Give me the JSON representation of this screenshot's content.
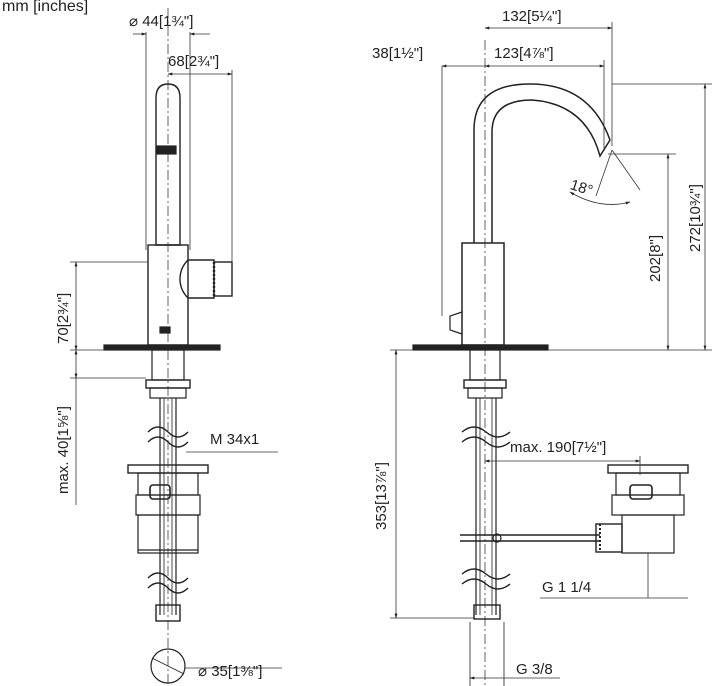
{
  "units_caption": "mm [inches]",
  "colors": {
    "line": "#222222",
    "dim": "#333333",
    "background": "#ffffff"
  },
  "side_view": {
    "dims": {
      "body_diameter": {
        "prefix": "⌀",
        "mm": "44",
        "inch": "1¾\""
      },
      "handle_reach": {
        "mm": "68",
        "inch": "2¾\""
      },
      "base_height": {
        "mm": "70",
        "inch": "2¾\""
      },
      "max_thickness": {
        "mm": "max. 40",
        "inch": "1⅝\""
      },
      "thread": "M 34x1",
      "hole_diameter": {
        "prefix": "⌀",
        "mm": "35",
        "inch": "1⅜\""
      }
    }
  },
  "front_view": {
    "dims": {
      "spout_reach": {
        "mm": "132",
        "inch": "5¼\""
      },
      "spout_center": {
        "mm": "123",
        "inch": "4⅞\""
      },
      "body_offset": {
        "mm": "38",
        "inch": "1½\""
      },
      "angle": "18°",
      "outlet_height": {
        "mm": "202",
        "inch": "8\""
      },
      "total_height": {
        "mm": "272",
        "inch": "10¾\""
      },
      "below_deck": {
        "mm": "353",
        "inch": "13⅞\""
      },
      "max_drain": {
        "mm": "max. 190",
        "inch": "7½\""
      },
      "drain_thread": "G 1 1/4",
      "supply_thread": "G 3/8"
    }
  }
}
